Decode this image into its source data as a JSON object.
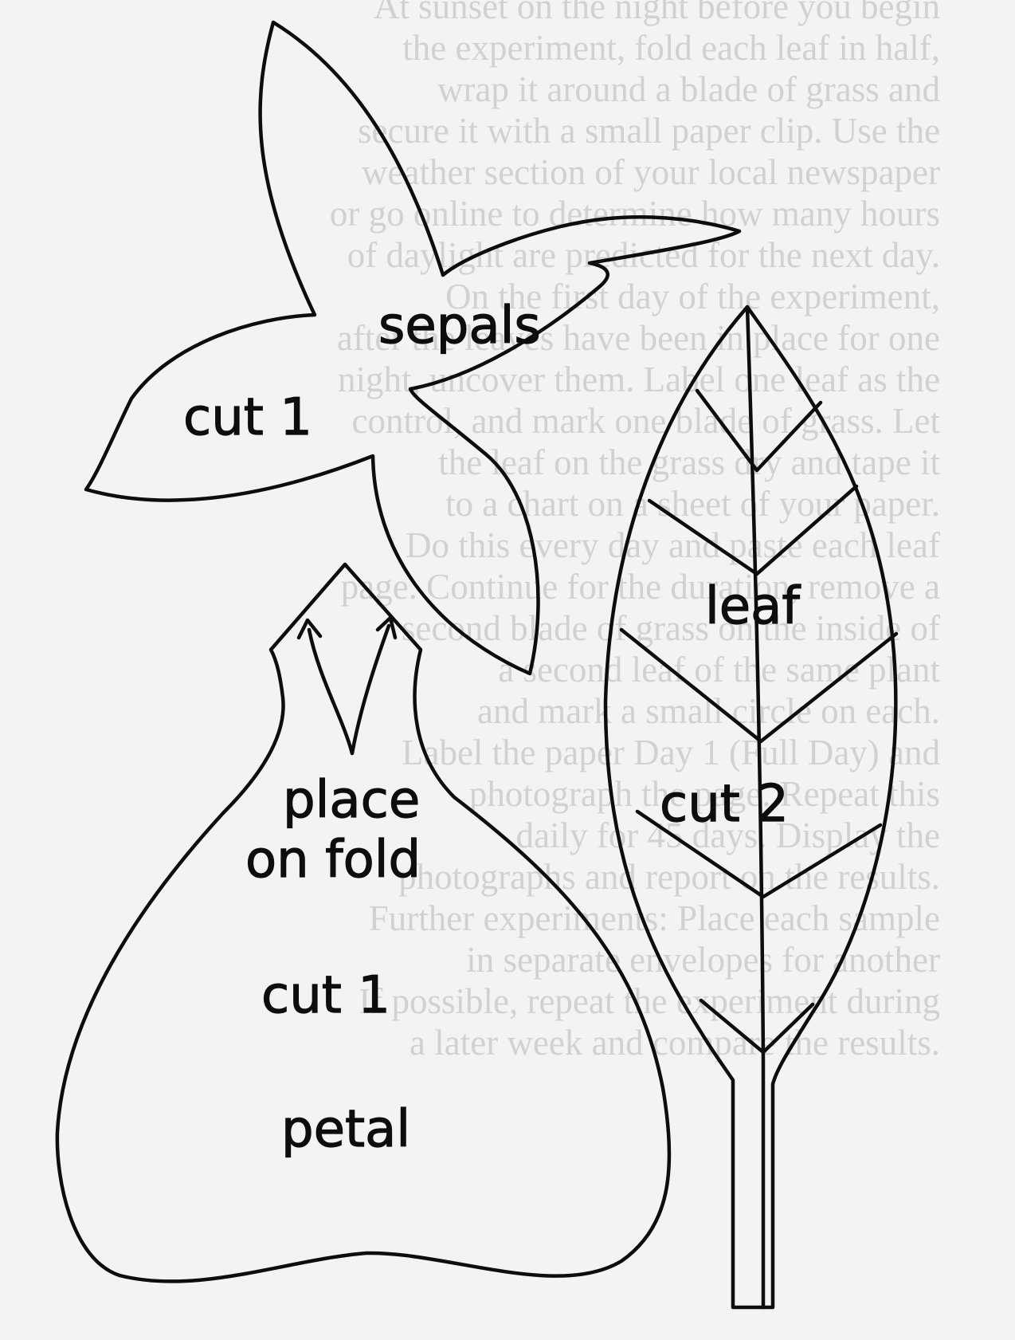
{
  "pattern": {
    "sepals": {
      "name_label": "sepals",
      "count_label": "cut 1"
    },
    "petal": {
      "fold_label_line1": "place",
      "fold_label_line2": "on fold",
      "count_label": "cut 1",
      "name_label": "petal"
    },
    "leaf": {
      "name_label": "leaf",
      "count_label": "cut 2"
    }
  },
  "bleed_through_text": [
    "At sunset on the night before you begin",
    "the experiment, fold each leaf in half,",
    "wrap it around a blade of grass and",
    "secure it with a small paper clip. Use the",
    "weather section of your local newspaper",
    "or go online to determine how many hours",
    "of daylight are predicted for the next day.",
    "On the first day of the experiment,",
    "after the leaves have been in place for one",
    "night, uncover them. Label one leaf as the",
    "control, and mark one blade of grass. Let",
    "the leaf on the grass dry and tape it",
    "to a chart on a sheet of your paper.",
    "Do this every day and paste each leaf",
    "page. Continue for the duration, remove a",
    "second blade of grass on the inside of",
    "a second leaf of the same plant",
    "and mark a small circle on each.",
    "Label the paper Day 1 (Full Day) and",
    "photograph the page. Repeat this",
    "daily for 45 days. Display the",
    "photographs and report on the results.",
    "Further experiments: Place each sample",
    "in separate envelopes for another",
    "If possible, repeat the experiment during",
    "a later week and compare the results."
  ]
}
